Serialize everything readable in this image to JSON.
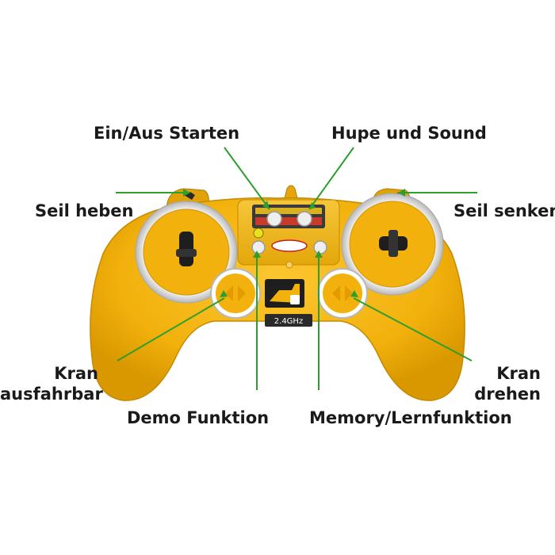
{
  "labels": {
    "on_off_start": "Ein/Aus Starten",
    "horn_sound": "Hupe und Sound",
    "rope_up": "Seil heben",
    "rope_down": "Seil senken",
    "crane_extend_line1": "Kran",
    "crane_extend_line2": "ausfahrbar",
    "crane_rotate_line1": "Kran",
    "crane_rotate_line2": "drehen",
    "demo": "Demo Funktion",
    "memory": "Memory/Lernfunktion"
  },
  "controller": {
    "frequency_label": "2.4GHz"
  },
  "colors": {
    "body": "#f2b10c",
    "body_shadow": "#c98a00",
    "arrow_line": "#2e9e2e",
    "ring": "#d8d8d8",
    "label_text": "#1a1a1a"
  }
}
